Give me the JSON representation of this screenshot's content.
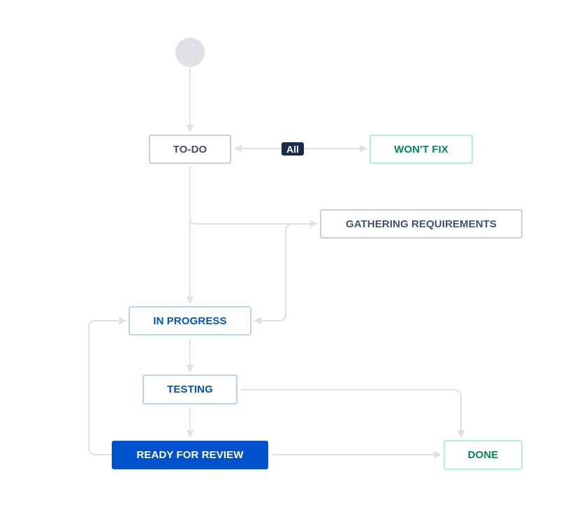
{
  "workflow": {
    "statuses": {
      "todo": "TO-DO",
      "wont_fix": "WON'T FIX",
      "gathering_requirements": "GATHERING REQUIREMENTS",
      "in_progress": "IN PROGRESS",
      "testing": "TESTING",
      "ready_for_review": "READY FOR REVIEW",
      "done": "DONE"
    },
    "selected_status": "ready_for_review",
    "global_transition_label": "All",
    "status_categories": {
      "todo": "to-do",
      "wont_fix": "done",
      "gathering_requirements": "to-do",
      "in_progress": "in-progress",
      "testing": "in-progress",
      "ready_for_review": "in-progress",
      "done": "done"
    },
    "colors": {
      "edge": "#dfe1e6",
      "start": "#dfe1e6",
      "todo_text": "#42526e",
      "todo_border": "#c9ced6",
      "progress_text": "#0052cc",
      "progress_border": "#b3d4ff",
      "done_text": "#00875a",
      "done_border": "#abf5d1",
      "selected_bg": "#0052cc",
      "badge_bg": "#172b4d"
    },
    "transitions": [
      {
        "from": "start",
        "to": "todo"
      },
      {
        "from": "todo",
        "to": "wont_fix",
        "label": "All",
        "bidirectional": true
      },
      {
        "from": "todo",
        "to": "gathering_requirements"
      },
      {
        "from": "todo",
        "to": "in_progress"
      },
      {
        "from": "gathering_requirements",
        "to": "in_progress"
      },
      {
        "from": "in_progress",
        "to": "testing"
      },
      {
        "from": "testing",
        "to": "ready_for_review"
      },
      {
        "from": "testing",
        "to": "done"
      },
      {
        "from": "ready_for_review",
        "to": "done"
      },
      {
        "from": "ready_for_review",
        "to": "in_progress"
      }
    ]
  }
}
